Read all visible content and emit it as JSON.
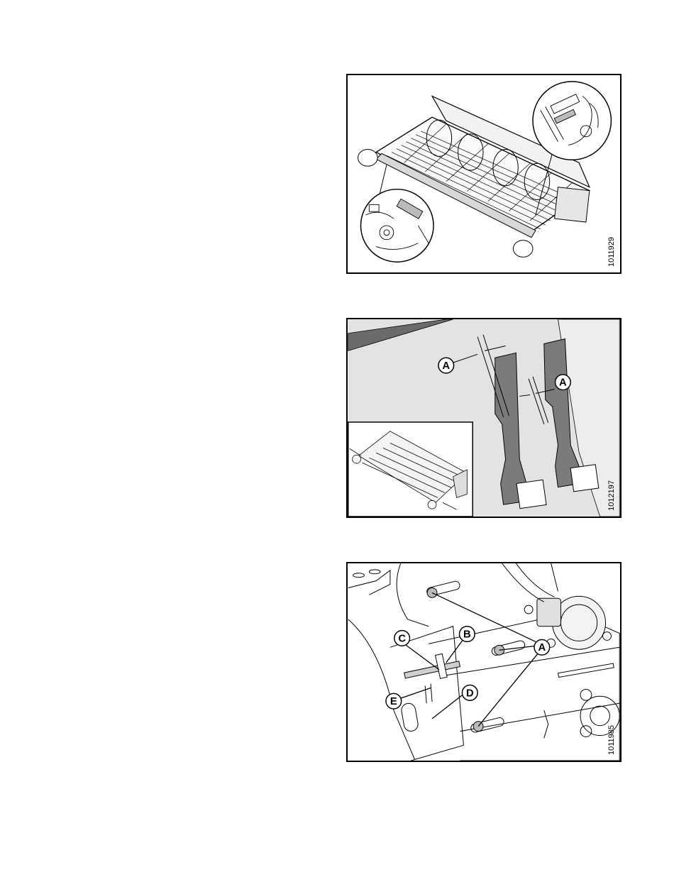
{
  "figures": [
    {
      "id": "1011929"
    },
    {
      "id": "1012197",
      "callouts": [
        "A",
        "A"
      ]
    },
    {
      "id": "1011985",
      "callouts": [
        "A",
        "B",
        "C",
        "D",
        "E"
      ]
    }
  ]
}
